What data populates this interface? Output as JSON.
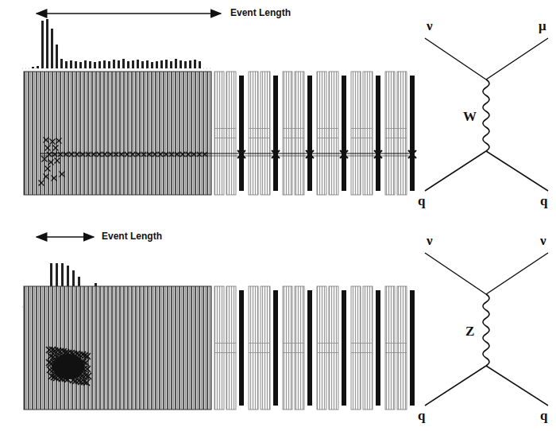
{
  "diagram": {
    "labels": [
      "Event Length",
      "ν",
      "μ",
      "W",
      "q",
      "q",
      "Event Length",
      "ν",
      "ν",
      "Z",
      "q",
      "q"
    ]
  }
}
